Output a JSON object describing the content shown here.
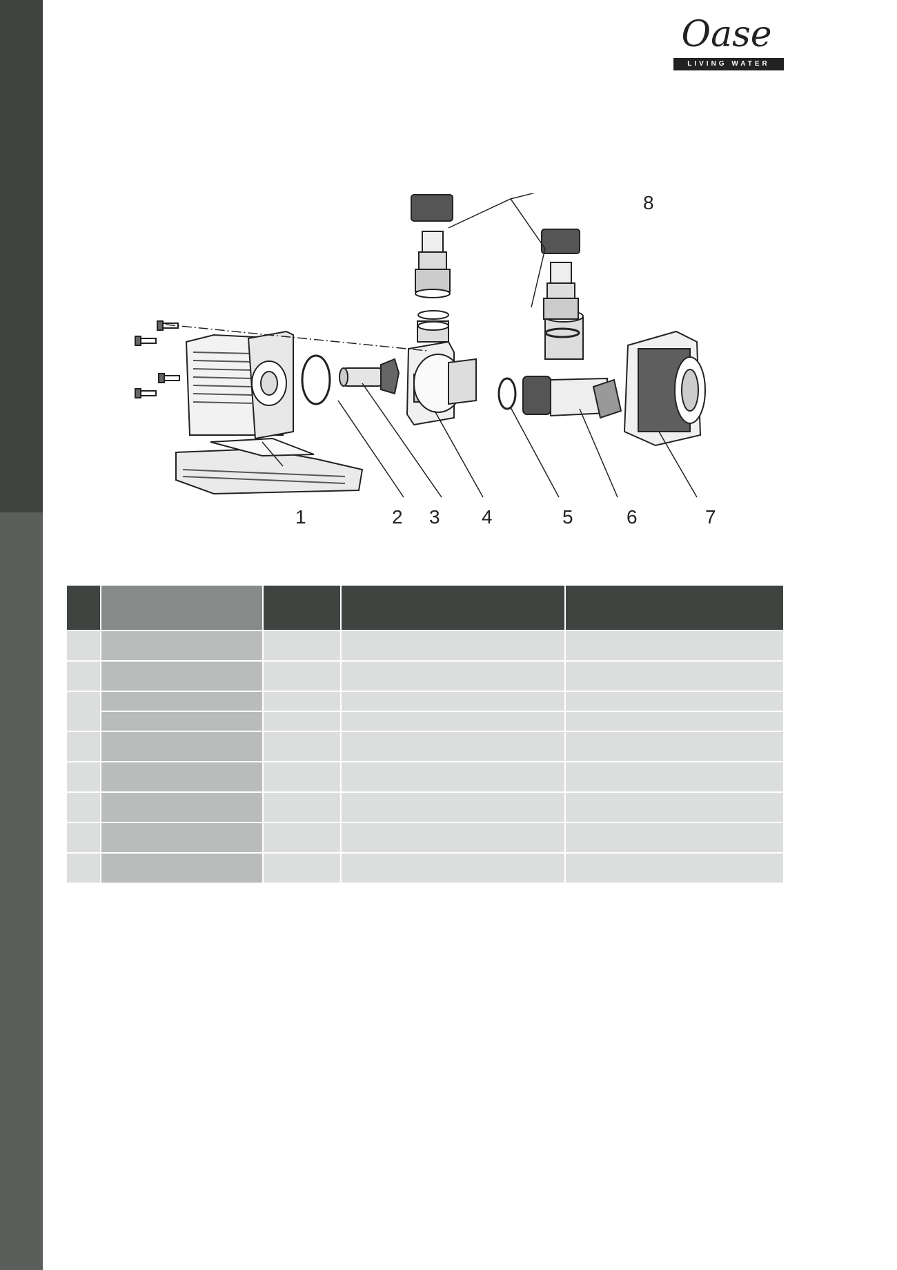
{
  "brand": {
    "name": "Oase",
    "tagline": "LIVING WATER"
  },
  "diagram": {
    "callouts": [
      "1",
      "2",
      "3",
      "4",
      "5",
      "6",
      "7",
      "8"
    ]
  },
  "parts_table": {
    "columns": 5,
    "rows": [
      {},
      {},
      {},
      {},
      {},
      {},
      {},
      {},
      {}
    ]
  }
}
